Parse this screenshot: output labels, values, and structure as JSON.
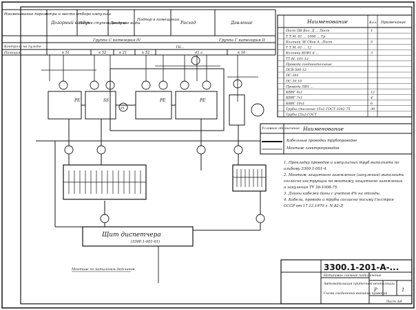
{
  "header": {
    "col_labels": [
      "Наименование параметра и место отбора импульса",
      "Дозорный воздух",
      "Нагрев ступени воздуха",
      "Давление воды",
      "Подпор в помещении",
      "Расход",
      "Давление"
    ],
    "row_labels": [
      "Контроль на пульте",
      "Позиция"
    ],
    "group_labels": [
      "Группа С категория IV",
      "Группа Г категория II"
    ],
    "positions": [
      "к 51",
      "к 52",
      "к 21",
      "к 52",
      "к 16"
    ],
    "mid_marks": [
      "ТН...",
      "45 о"
    ]
  },
  "equipment": {
    "labels": [
      "PE",
      "SS",
      "PE",
      "PE",
      "PI"
    ]
  },
  "panels": {
    "dispatcher_title": "Щит диспетчера",
    "dispatcher_code": "(3300.1-001-01)",
    "note_left": "Монтаж по каталогам датчиков"
  },
  "spec_table": {
    "title": "Наименование",
    "col_right": "Кол.",
    "col_note": "Примечание",
    "rows": [
      "Пост ПВ Вол. Д ... Пост",
      "Т.Т.М.-01 ... 1000 ... Тр",
      "Колонка ЗБ Сбой А...Пост",
      "Т.Т.М.-01 ... 12",
      "Колонка КОВ1.6 ...",
      "ТТ.М.-101-12",
      "Провода соединительные",
      "ПСВ-500-12",
      "ПС-301",
      "ПС-30.10",
      "Провода ПВ1 ...",
      "КВВГ 4х1",
      "КВВГ 7х1",
      "КВВГ 10х1",
      "Трубы стальные 15х2 ГОСТ 3262-75",
      "Трубы 15х2-ГОСТ"
    ],
    "qty": [
      "1",
      "",
      "5",
      "",
      "3",
      "",
      "",
      "",
      "",
      "",
      "",
      "12",
      "4",
      "6",
      "30",
      ""
    ]
  },
  "legend": {
    "header_left": "Условное обозначение",
    "header_right": "Наименование",
    "rows": [
      "Кабельные проводки трубопроводов",
      "Монтаж электропроводов"
    ]
  },
  "notes": [
    "1. Прокладку проводов и импульсных труб выполнять по альбому 3300.1-001-4.",
    "2. Монтаж защитного заземления (зануления) выполнить согласно инструкции по монтажу защитного заземления и зануления ТУ 36-1008-75.",
    "3. Длины кабелей даны с учетом 4% на отходы.",
    "4. Кабели, провода и трубы согласно письму Госстроя СССР от 17.12.1970 г. N 82-Д"
  ],
  "title_block": {
    "code": "3300.1-201-А-...",
    "subtitle": "Нетиповое схемное подключение",
    "desc1": "Автоматизация приточной вентиляции",
    "desc2": "Схема соединений внешних проводок",
    "stage": "Р",
    "sheet": "1",
    "bottom": "Лист А4"
  }
}
